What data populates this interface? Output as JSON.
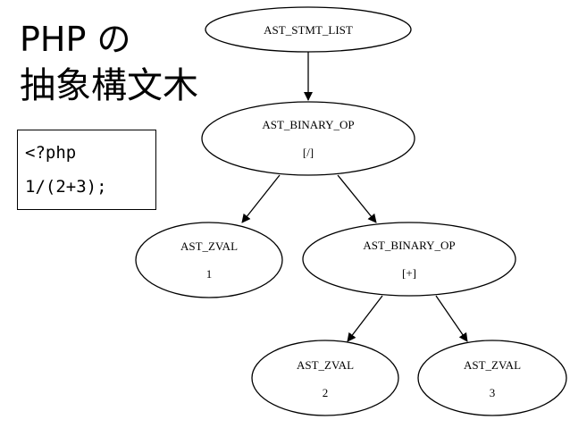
{
  "title": {
    "line1": "PHP の",
    "line2": "抽象構文木"
  },
  "code": {
    "lines": [
      "<?php",
      "1/(2+3);"
    ]
  },
  "tree": {
    "root": {
      "label": "AST_STMT_LIST",
      "value": ""
    },
    "binary_div": {
      "label": "AST_BINARY_OP",
      "value": "[/]"
    },
    "zval_1": {
      "label": "AST_ZVAL",
      "value": "1"
    },
    "binary_add": {
      "label": "AST_BINARY_OP",
      "value": "[+]"
    },
    "zval_2": {
      "label": "AST_ZVAL",
      "value": "2"
    },
    "zval_3": {
      "label": "AST_ZVAL",
      "value": "3"
    }
  },
  "colors": {
    "stroke": "#000000",
    "background": "#ffffff"
  }
}
